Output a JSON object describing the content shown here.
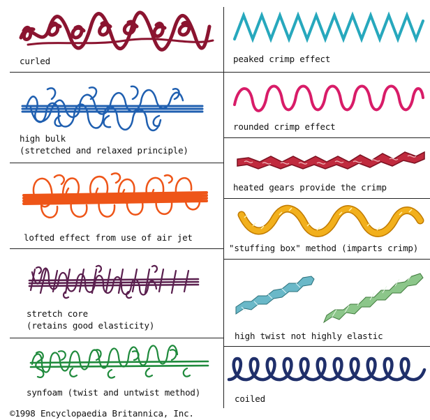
{
  "left_panels": [
    {
      "id": "curled",
      "lines": [
        "curled"
      ],
      "color": "#8b1430"
    },
    {
      "id": "high-bulk",
      "lines": [
        "high bulk",
        "(stretched and relaxed principle)"
      ],
      "color": "#1f5fb0"
    },
    {
      "id": "lofted",
      "lines": [
        "lofted effect from use of air jet"
      ],
      "color": "#ee5518"
    },
    {
      "id": "stretch-core",
      "lines": [
        "stretch core",
        "(retains good elasticity)"
      ],
      "color": "#5a1f4e"
    },
    {
      "id": "synfoam",
      "lines": [
        "synfoam (twist and untwist method)"
      ],
      "color": "#1f8a3c"
    }
  ],
  "right_panels": [
    {
      "id": "peaked",
      "lines": [
        "peaked crimp effect"
      ],
      "color": "#27a8bd"
    },
    {
      "id": "rounded",
      "lines": [
        "rounded crimp effect"
      ],
      "color": "#d81c68"
    },
    {
      "id": "heated-gears",
      "lines": [
        "heated gears provide the crimp"
      ],
      "color": "#c02a3e"
    },
    {
      "id": "stuffing-box",
      "lines": [
        "\"stuffing box\" method (imparts crimp)"
      ],
      "color": "#f2b01c"
    },
    {
      "id": "high-twist",
      "lines": [
        "high twist not highly elastic"
      ],
      "color": "#6ab8c8",
      "color2": "#8cc68a"
    },
    {
      "id": "coiled",
      "lines": [
        "coiled"
      ],
      "color": "#1f2f6a"
    }
  ],
  "copyright": "©1998 Encyclopaedia Britannica, Inc."
}
